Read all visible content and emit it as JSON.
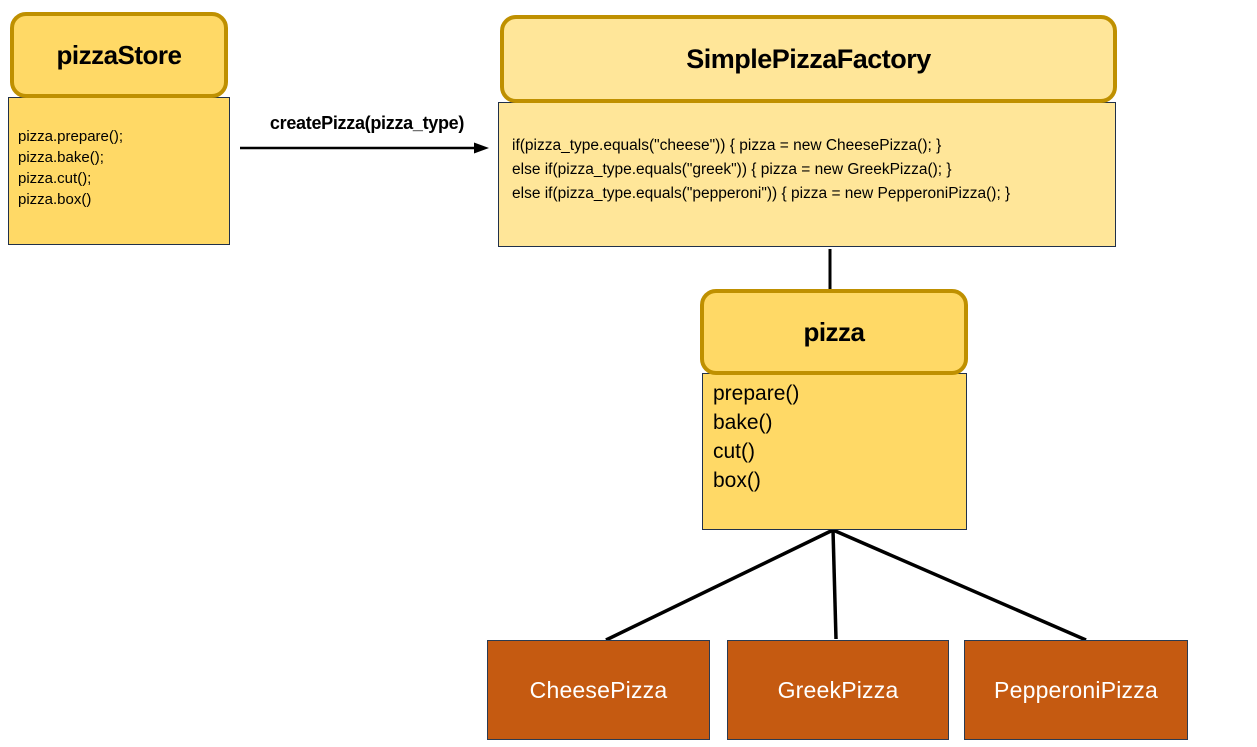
{
  "diagram": {
    "pizza_store": {
      "title": "pizzaStore",
      "body_lines": [
        "pizza.prepare();",
        "pizza.bake();",
        "pizza.cut();",
        "pizza.box()"
      ]
    },
    "arrow_label": "createPizza(pizza_type)",
    "factory": {
      "title": "SimplePizzaFactory",
      "body_lines": [
        "if(pizza_type.equals(\"cheese\")) { pizza = new CheesePizza(); }",
        "else if(pizza_type.equals(\"greek\")) { pizza = new GreekPizza(); }",
        "else if(pizza_type.equals(\"pepperoni\")) { pizza = new PepperoniPizza(); }"
      ]
    },
    "pizza": {
      "title": "pizza",
      "body_lines": [
        "prepare()",
        "bake()",
        "cut()",
        "box()"
      ]
    },
    "subclasses": [
      "CheesePizza",
      "GreekPizza",
      "PepperoniPizza"
    ],
    "colors": {
      "gold_fill": "#FFD966",
      "light_yellow_fill": "#FFE699",
      "gold_border": "#BF9000",
      "body_border": "#20304A",
      "orange_fill": "#C55A11",
      "orange_border": "#2A3B52",
      "line_color": "#000000",
      "subclass_text": "#FFFFFF"
    }
  }
}
